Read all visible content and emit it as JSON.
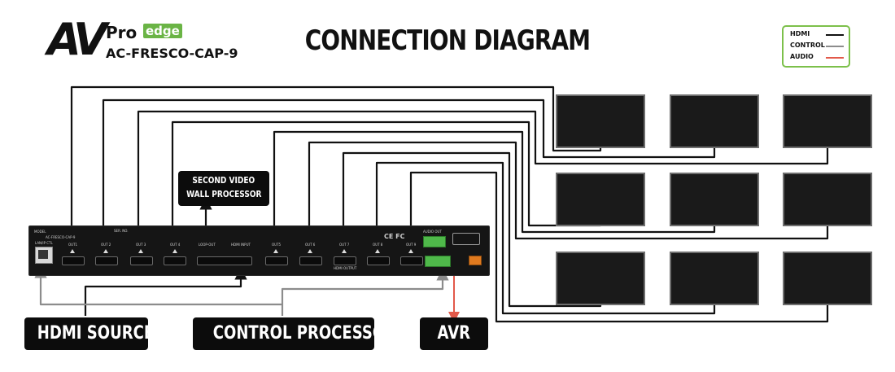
{
  "logo": {
    "brand_main": "AV",
    "brand_pro": "Pro",
    "brand_edge": "edge",
    "model": "AC-FRESCO-CAP-9"
  },
  "title": "CONNECTION DIAGRAM",
  "legend": {
    "items": [
      {
        "label": "HDMI",
        "color": "#111111"
      },
      {
        "label": "CONTROL",
        "color": "#8c8c8c"
      },
      {
        "label": "AUDIO",
        "color": "#e2594a"
      }
    ]
  },
  "callouts": {
    "second_processor_line1": "SECOND VIDEO",
    "second_processor_line2": "WALL PROCESSOR",
    "hdmi_source": "HDMI SOURCE",
    "control_processor": "CONTROL PROCESSOR",
    "avr": "AVR"
  },
  "device": {
    "model_label": "MODEL",
    "model_value": "AC-FRESCO-CAP-9",
    "serial_label": "SER. NO.",
    "lan_label": "LAN/IP CTL",
    "loop_out_label": "LOOP-OUT",
    "hdmi_input_label": "HDMI INPUT",
    "hdmi_output_label": "HDMI OUTPUT",
    "audio_out_label": "AUDIO OUT",
    "outputs": [
      "OUT1",
      "OUT 2",
      "OUT 3",
      "OUT 4",
      "OUT5",
      "OUT 6",
      "OUT 7",
      "OUT 8",
      "OUT 9"
    ],
    "cert_marks": "CE FC"
  },
  "displays": {
    "count": 9
  },
  "colors": {
    "hdmi": "#111111",
    "control": "#8c8c8c",
    "audio": "#e2594a",
    "legend_border": "#7cc04a",
    "edge_green": "#6ab445"
  }
}
